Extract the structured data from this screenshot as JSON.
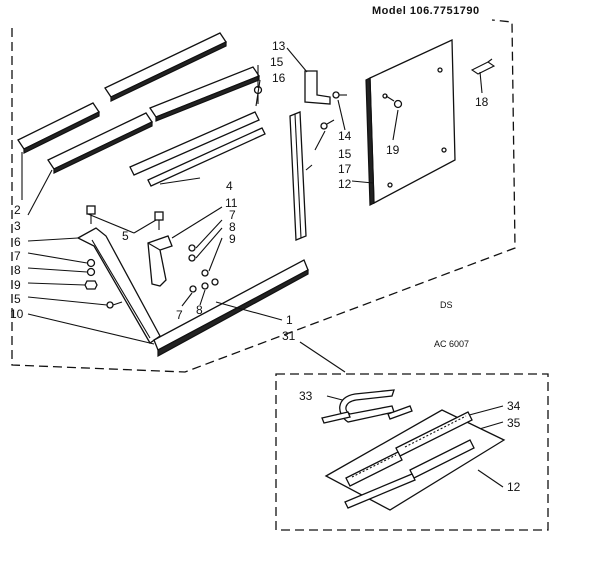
{
  "header": {
    "model": "Model 106.7751790"
  },
  "codes": {
    "ds": "DS",
    "ac": "AC 6007"
  },
  "callouts": {
    "c2": "2",
    "c3": "3",
    "c4": "4",
    "c5a": "5",
    "c5b": "5",
    "c6": "6",
    "c7a": "7",
    "c7b": "7",
    "c7c": "7",
    "c8a": "8",
    "c8b": "8",
    "c8c": "8",
    "c9a": "9",
    "c9b": "9",
    "c10": "10",
    "c11": "11",
    "c12a": "12",
    "c12b": "12",
    "c13": "13",
    "c14": "14",
    "c15a": "15",
    "c15b": "15",
    "c16": "16",
    "c17": "17",
    "c18": "18",
    "c19": "19",
    "c1": "1",
    "c31": "31",
    "c33": "33",
    "c34": "34",
    "c35": "35"
  }
}
